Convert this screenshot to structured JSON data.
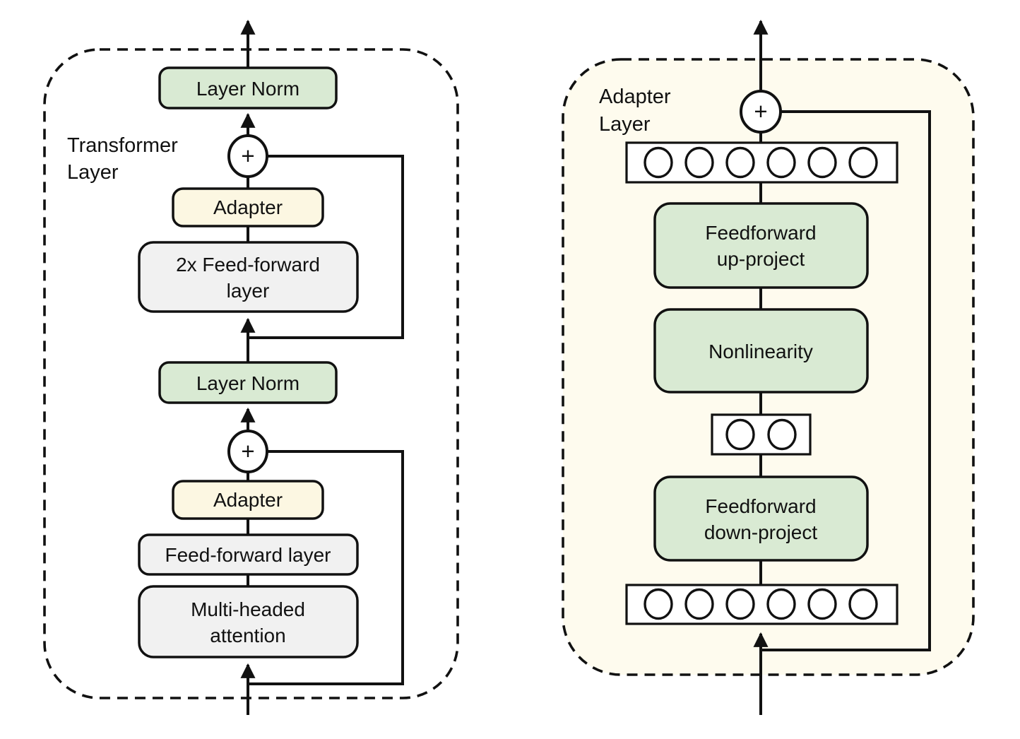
{
  "diagram": {
    "left": {
      "panel_label_line1": "Transformer",
      "panel_label_line2": "Layer",
      "plus_symbol": "+",
      "boxes": {
        "layer_norm_top": "Layer Norm",
        "adapter_top": "Adapter",
        "ff2x_line1": "2x Feed-forward",
        "ff2x_line2": "layer",
        "layer_norm_bottom": "Layer Norm",
        "adapter_bottom": "Adapter",
        "feed_forward": "Feed-forward layer",
        "mha_line1": "Multi-headed",
        "mha_line2": "attention"
      }
    },
    "right": {
      "panel_label_line1": "Adapter",
      "panel_label_line2": "Layer",
      "plus_symbol": "+",
      "boxes": {
        "up_line1": "Feedforward",
        "up_line2": "up-project",
        "nonlinearity": "Nonlinearity",
        "down_line1": "Feedforward",
        "down_line2": "down-project"
      },
      "feature_rows": {
        "top_count": 6,
        "bottleneck_count": 2,
        "bottom_count": 6
      }
    },
    "colors": {
      "green": "#d9ead3",
      "adapter_yellow": "#fcf7e2",
      "gray": "#f1f1f1",
      "panel_cream": "#fefbee",
      "node_white": "#ffffff"
    }
  }
}
